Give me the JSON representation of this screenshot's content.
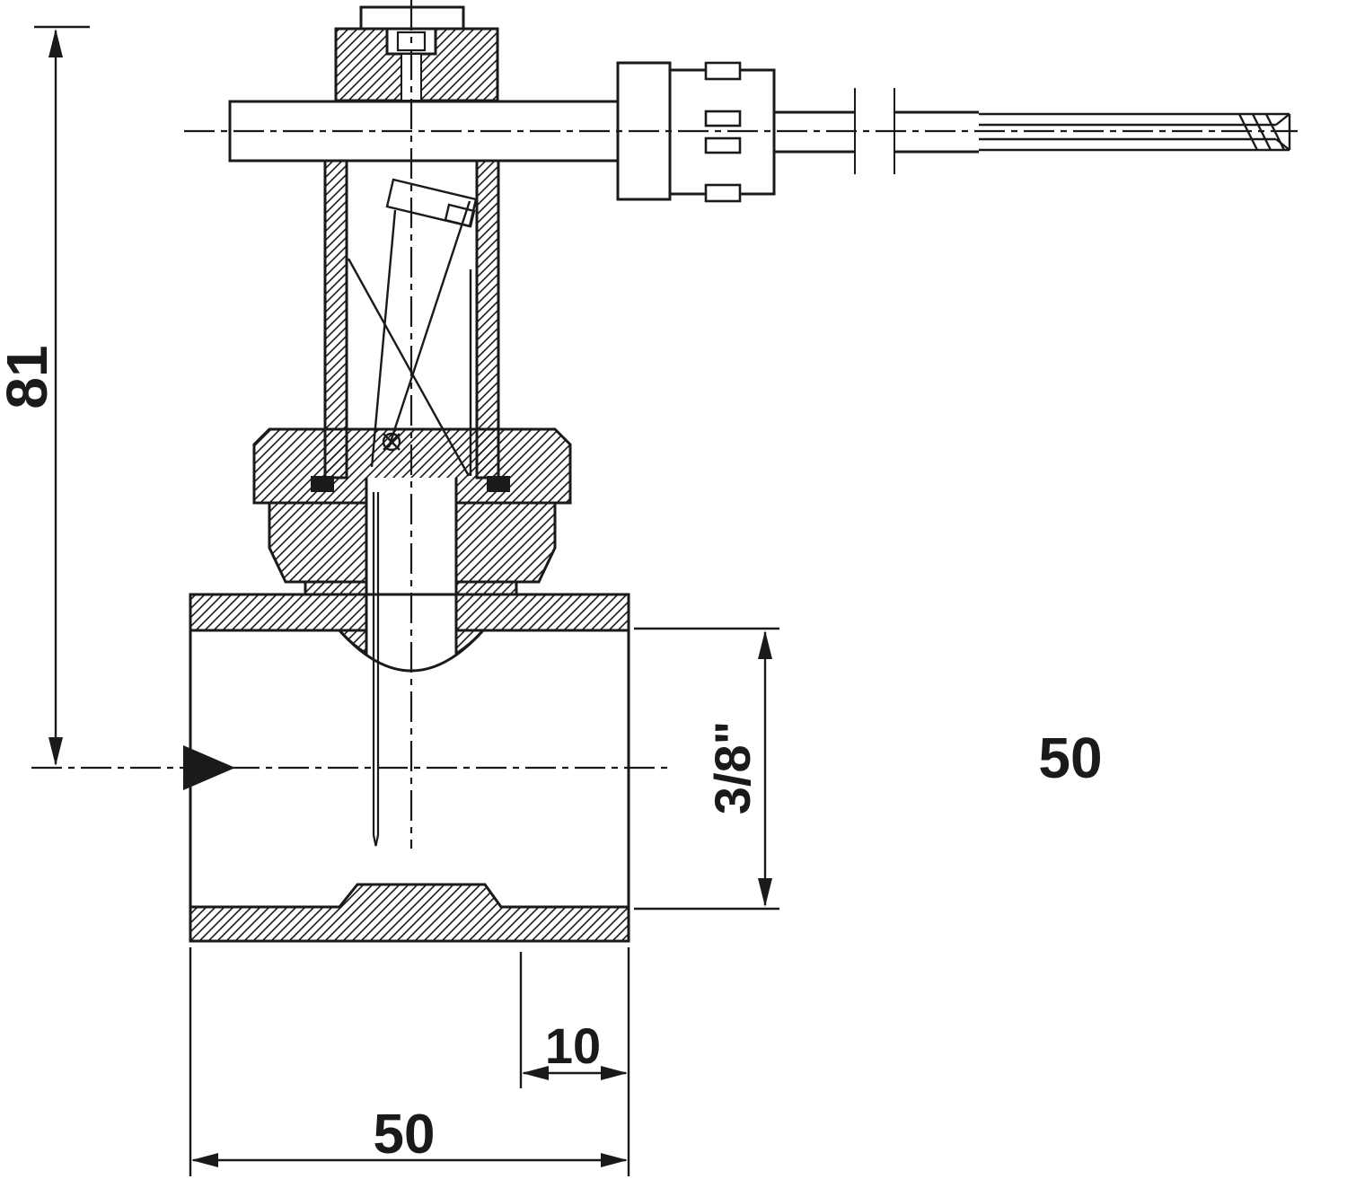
{
  "drawing": {
    "background": "#ffffff",
    "line_color": "#1a1a1a",
    "dimensions": {
      "overall_height": "81",
      "connection_size": "3/8\"",
      "thread_depth": "10",
      "body_width": "50"
    },
    "labels": {
      "right_value": "50"
    }
  }
}
